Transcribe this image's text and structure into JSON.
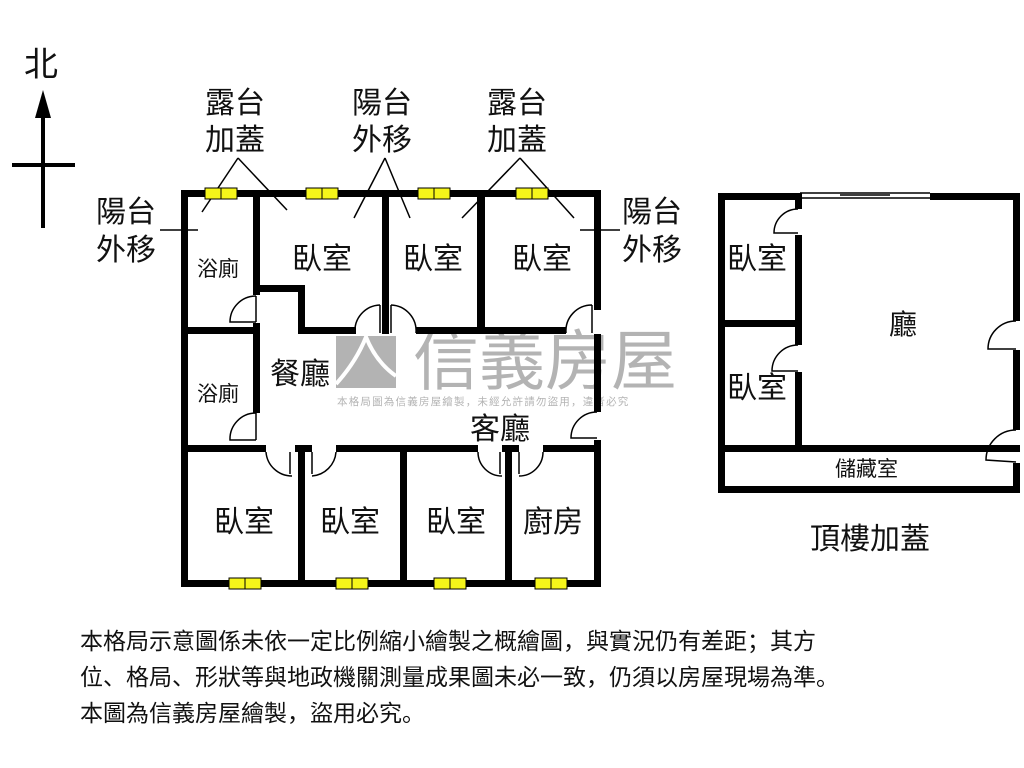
{
  "compass": {
    "north_label": "北"
  },
  "annotations": {
    "balcony_enclosed_left": [
      "露台",
      "加蓋"
    ],
    "balcony_moved_top": [
      "陽台",
      "外移"
    ],
    "balcony_enclosed_right": [
      "露台",
      "加蓋"
    ],
    "balcony_moved_left": [
      "陽台",
      "外移"
    ],
    "balcony_moved_right": [
      "陽台",
      "外移"
    ]
  },
  "main_floor": {
    "rooms": {
      "bath_upper": "浴廁",
      "bath_lower": "浴廁",
      "bedroom_top_1": "臥室",
      "bedroom_top_2": "臥室",
      "bedroom_top_3": "臥室",
      "dining": "餐廳",
      "living": "客廳",
      "bedroom_bottom_1": "臥室",
      "bedroom_bottom_2": "臥室",
      "bedroom_bottom_3": "臥室",
      "kitchen": "廚房"
    }
  },
  "rooftop": {
    "title": "頂樓加蓋",
    "rooms": {
      "bedroom_upper": "臥室",
      "bedroom_lower": "臥室",
      "hall": "廳",
      "storage": "儲藏室"
    }
  },
  "watermark": {
    "brand": "信義房屋",
    "notice": "本格局圖為信義房屋繪製，未經允許請勿盜用，違者必究"
  },
  "disclaimer": [
    "本格局示意圖係未依一定比例縮小繪製之概繪圖，與實況仍有差距；其方",
    "位、格局、形狀等與地政機關測量成果圖未必一致，仍須以房屋現場為準。",
    "本圖為信義房屋繪製，盜用必究。"
  ],
  "colors": {
    "wall": "#000000",
    "window": "#f5f51a",
    "watermark": "#9a9a9a"
  }
}
